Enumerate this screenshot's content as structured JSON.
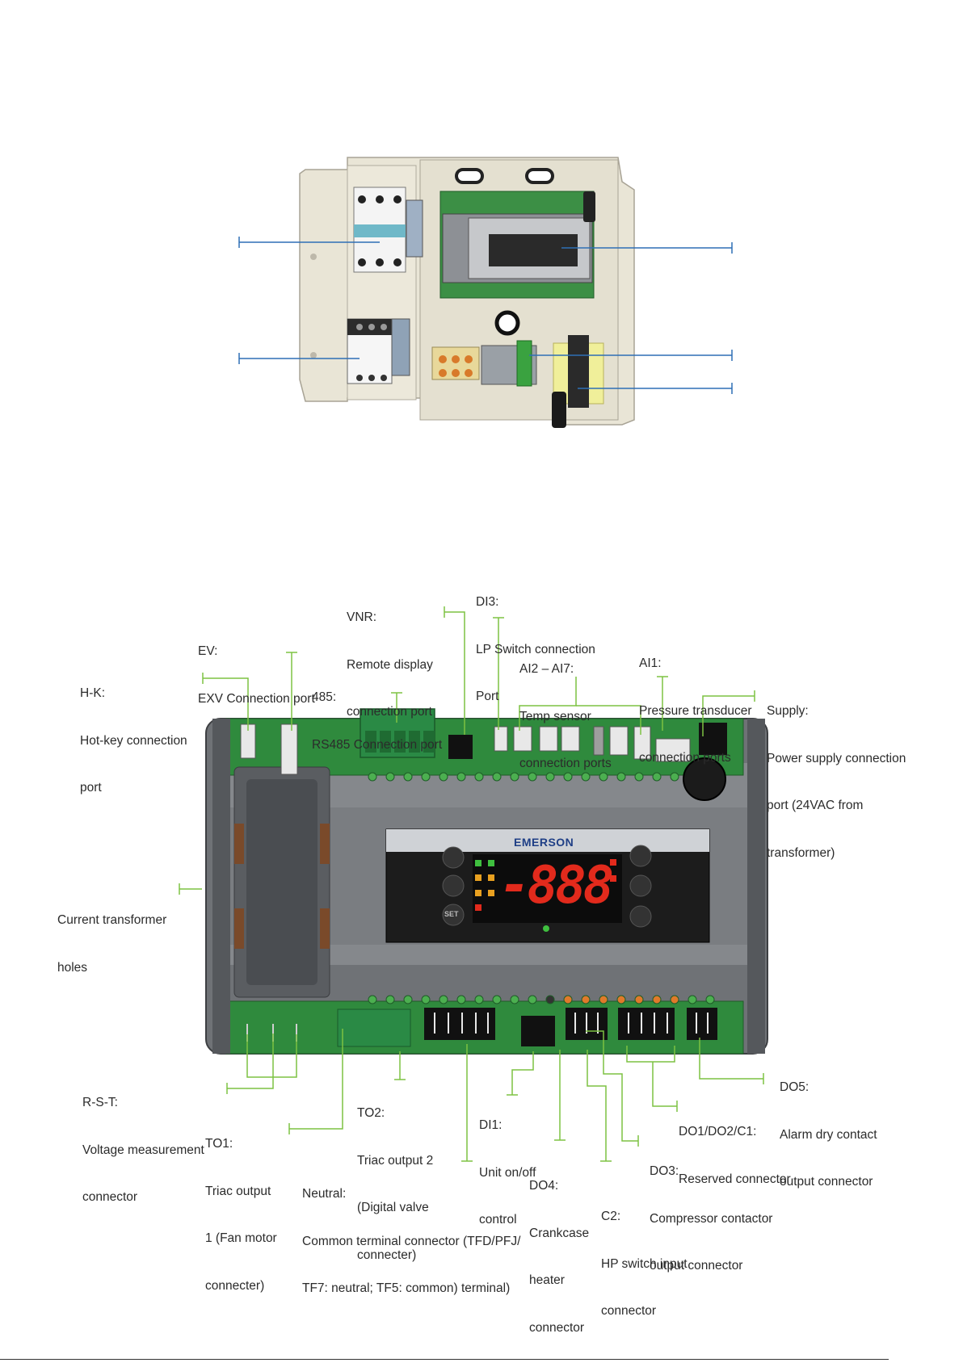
{
  "lcd": {
    "brand": "EMERSON",
    "digits": "-888",
    "set_key": "SET"
  },
  "callouts": [
    {
      "id": "vnr",
      "lines": [
        "VNR:",
        "Remote display",
        "connection port"
      ]
    },
    {
      "id": "di3",
      "lines": [
        "DI3:",
        "LP Switch connection",
        "Port"
      ]
    },
    {
      "id": "ev",
      "lines": [
        "EV:",
        "EXV Connection port"
      ]
    },
    {
      "id": "ai1",
      "lines": [
        "AI1:",
        "Pressure transducer",
        "connection ports"
      ]
    },
    {
      "id": "ai2",
      "lines": [
        "AI2 – AI7:",
        "Temp sensor",
        "connection ports"
      ]
    },
    {
      "id": "hk",
      "lines": [
        "H-K:",
        "Hot-key connection",
        "port"
      ]
    },
    {
      "id": "rs485",
      "lines": [
        "485:",
        "RS485 Connection port"
      ]
    },
    {
      "id": "supply",
      "lines": [
        "Supply:",
        "Power supply connection",
        "port (24VAC from",
        "transformer)"
      ]
    },
    {
      "id": "ct",
      "lines": [
        "Current transformer",
        "holes"
      ]
    },
    {
      "id": "rst",
      "lines": [
        "R-S-T:",
        "Voltage measurement",
        "connector"
      ]
    },
    {
      "id": "to2",
      "lines": [
        "TO2:",
        "Triac output 2",
        "(Digital valve",
        "connecter)"
      ]
    },
    {
      "id": "to1",
      "lines": [
        "TO1:",
        "Triac output",
        "1 (Fan motor",
        "connecter)"
      ]
    },
    {
      "id": "di1",
      "lines": [
        "DI1:",
        "Unit on/off",
        "control"
      ]
    },
    {
      "id": "do5",
      "lines": [
        "DO5:",
        "Alarm dry contact",
        "output connector"
      ]
    },
    {
      "id": "do1",
      "lines": [
        "DO1/DO2/C1:",
        "Reserved connector"
      ]
    },
    {
      "id": "do3",
      "lines": [
        "DO3:",
        "Compressor contactor",
        "output connector"
      ]
    },
    {
      "id": "neutral",
      "lines": [
        "Neutral:",
        "Common terminal connector (TFD/PFJ/",
        "TF7: neutral; TF5: common) terminal)"
      ]
    },
    {
      "id": "do4",
      "lines": [
        "DO4:",
        "Crankcase",
        "heater",
        "connector"
      ]
    },
    {
      "id": "c2",
      "lines": [
        "C2:",
        "HP switch input",
        "connector"
      ]
    }
  ],
  "colors": {
    "leader_blue": "#2e6fb5",
    "leader_green": "#7dc242",
    "pcb_green": "#2f8a3d",
    "housing_gray": "#6f7276",
    "lcd_red": "#e22a1c"
  }
}
